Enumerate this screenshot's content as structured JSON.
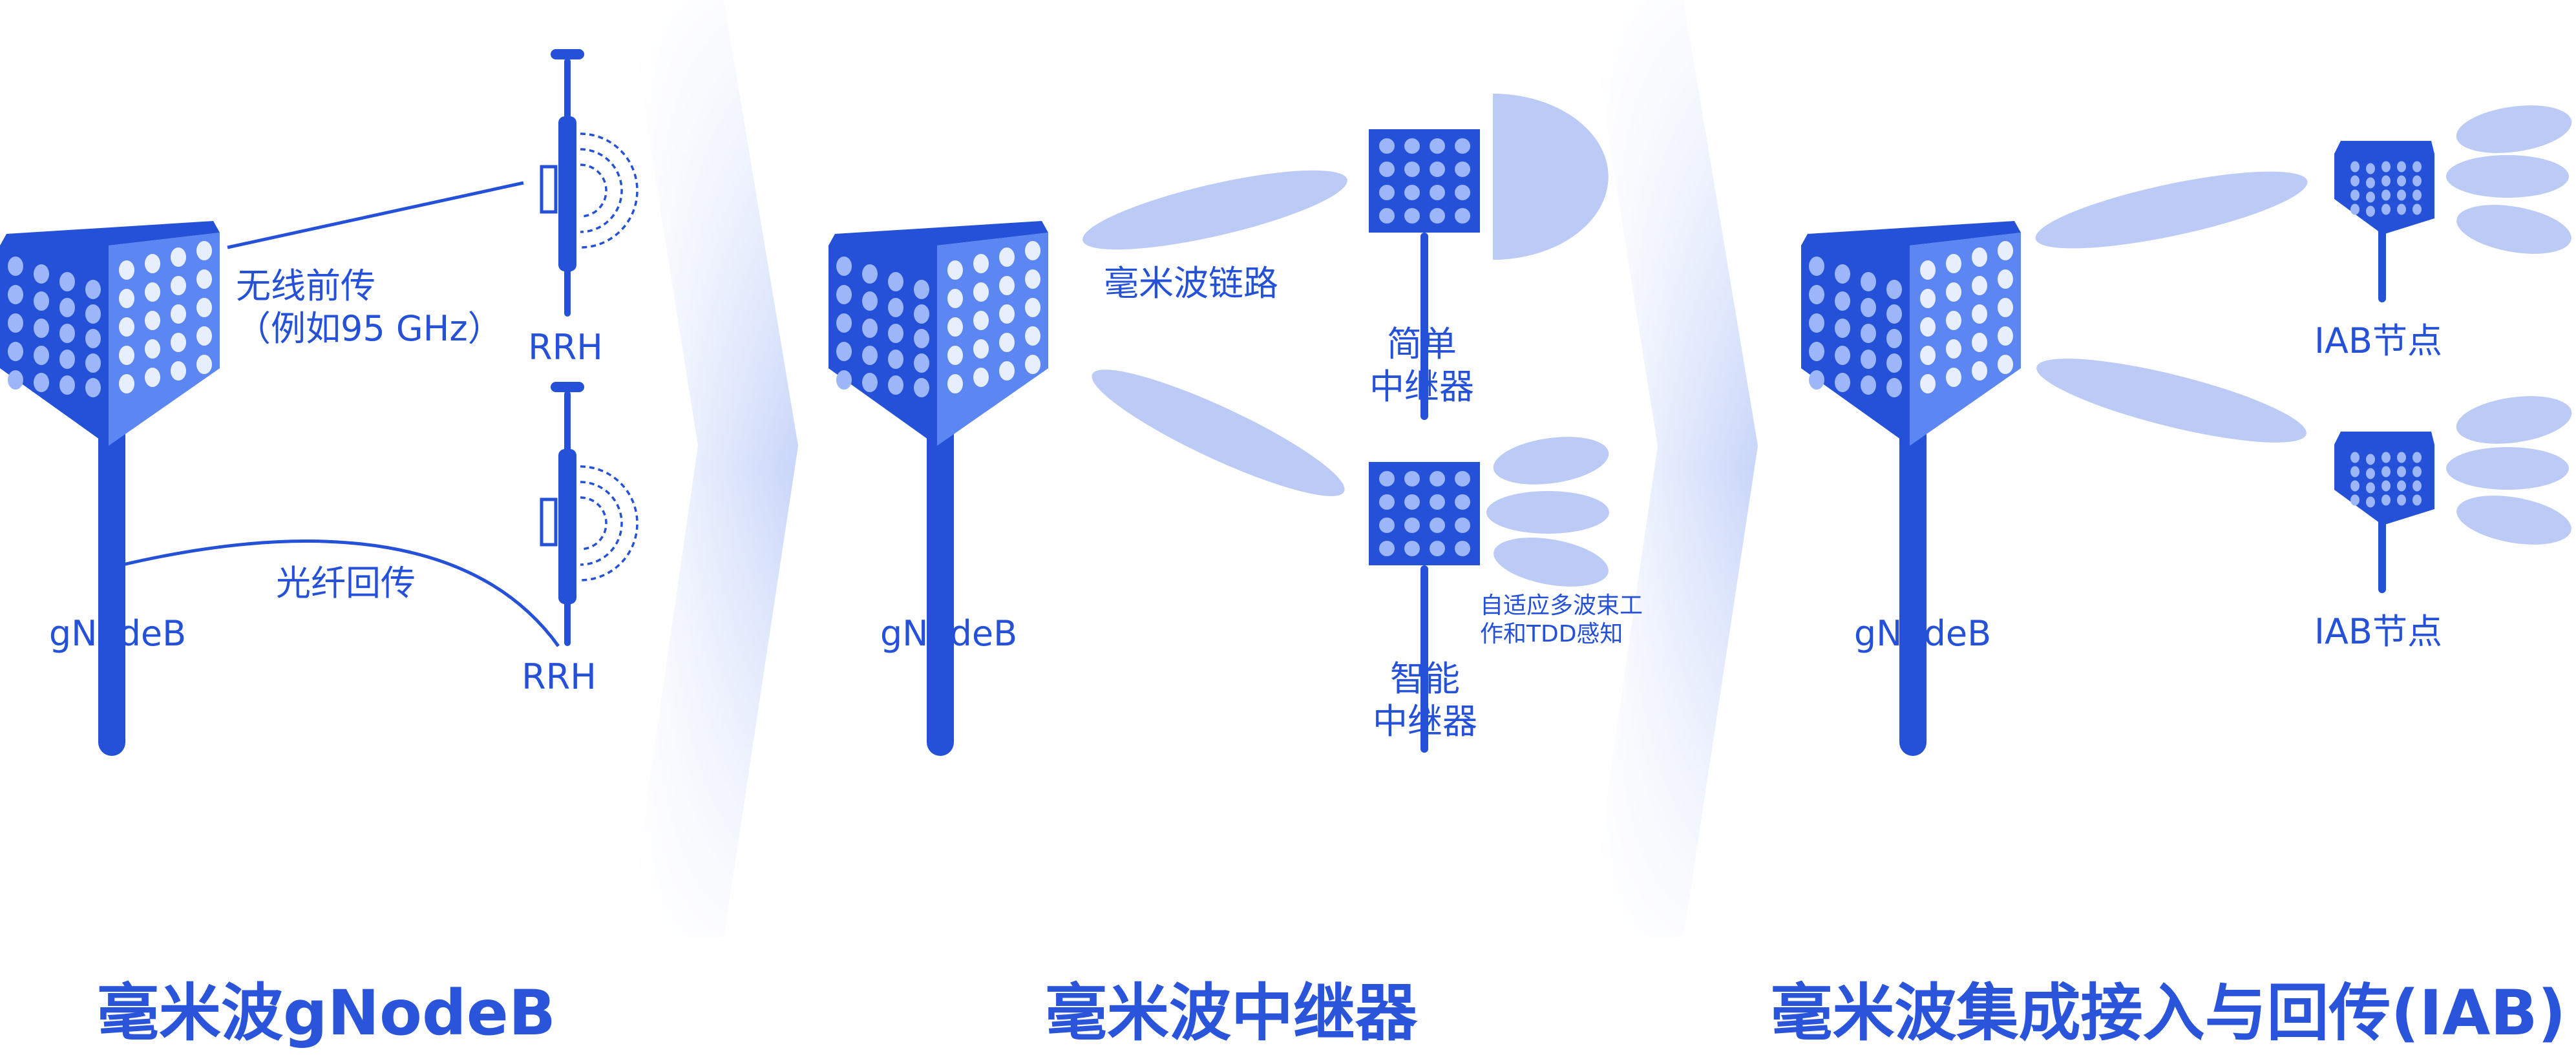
{
  "colors": {
    "primary": "#2451d8",
    "side_face": "#5c86f2",
    "dot": "#9cb6f9",
    "beam": "#bccbf6",
    "chevron": "#8aa6f4"
  },
  "panels": {
    "gnodeb": {
      "title": "毫米波gNodeB",
      "base_station_label": "gNodeB",
      "wireless_fronthaul_line1": "无线前传",
      "wireless_fronthaul_line2": "（例如95 GHz）",
      "fiber_backhaul": "光纤回传",
      "rrh_top": "RRH",
      "rrh_bottom": "RRH"
    },
    "repeater": {
      "title": "毫米波中继器",
      "base_station_label": "gNodeB",
      "mmwave_link": "毫米波链路",
      "simple_repeater_line1": "简单",
      "simple_repeater_line2": "中继器",
      "smart_repeater_line1": "智能",
      "smart_repeater_line2": "中继器",
      "smart_note_line1": "自适应多波束工",
      "smart_note_line2": "作和TDD感知"
    },
    "iab": {
      "title": "毫米波集成接入与回传(IAB)",
      "base_station_label": "gNodeB",
      "iab_node_top": "IAB节点",
      "iab_node_bottom": "IAB节点"
    }
  }
}
